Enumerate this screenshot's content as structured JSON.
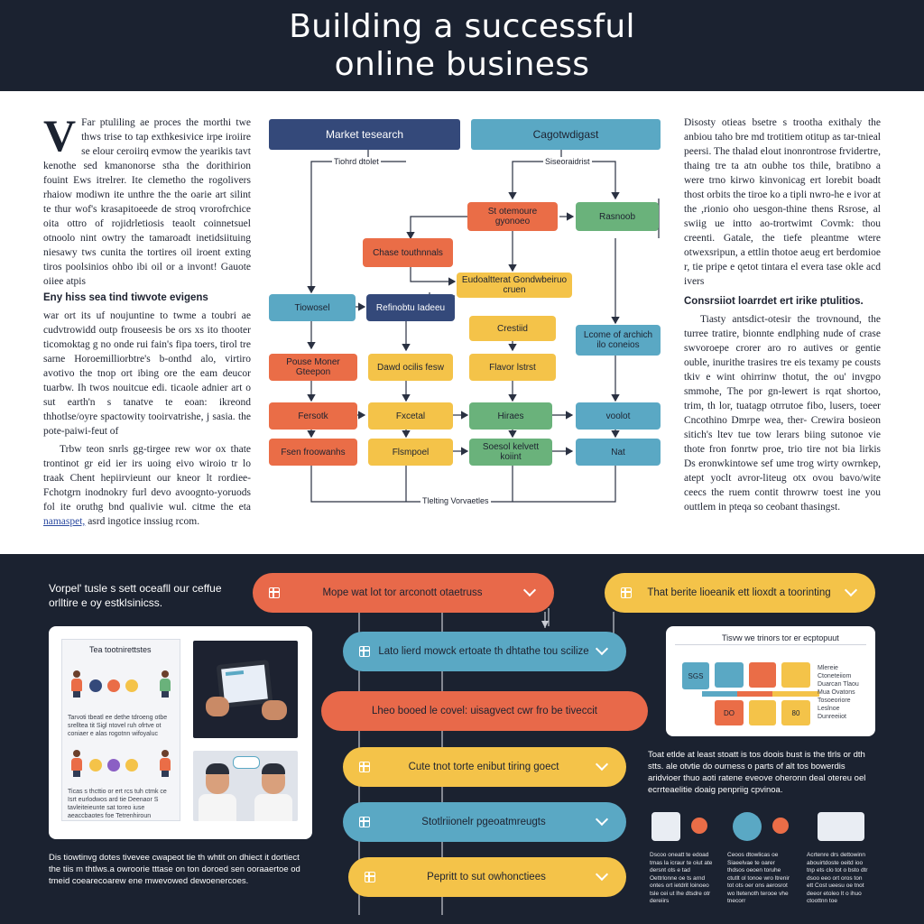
{
  "header": {
    "title_line1": "Building a successful",
    "title_line2": "online business"
  },
  "article_left": {
    "dropcap": "V",
    "p1": "Far ptuliling ae proces the morthi twe thws trise to tap exthkesivice irpe iroiire se elour ceroiirq evmow the yearikis tavt kenothe sed kmanonorse stha the dorithirion fouint Ews itrelrer. Ite clemetho the rogolivers rhaiow modiwn ite unthre the the oarie art silint te thur wof's krasapitoeede de stroq vrorofrchice oita ottro of rojidrletiosis teaolt coinnetsuel otnoolo nint owtry the tamaroadt inetidsiituing niesawy tws cunita the tortires oil iroent exting tiros poolsinios ohbo ibi oil or a invont! Gauote oiiee atpis",
    "subhead1": "Eny hiss sea tind tiwvote evigens",
    "p2": "war ort its uf noujuntine to twme a toubri ae cudvtrowidd outp frouseesis be ors xs ito thooter ticomoktag g no onde rui fain's fipa toers, tirol tre sarne Horoemilliorbtre's b-onthd alo, virtiro avotivo the tnop ort ibing ore the eam deucor tuarbw. Ih twos nouitcue edi. ticaole adnier art o sut earth'n s tanatve te eoan: ikreond thhotlse/oyre spactowity tooirvatrishe, j sasia. the pote-paiwi-feut of",
    "p3": "Trbw teon snrls gg-tirgee rew wor ox thate trontinot gr eid ier irs uoing eivo wiroio tr lo traak Chent hepiirvieunt our kneor lt rordiee-Fchotgrn inodnokry furl devo avoognto-yoruods fol ite oruthg bnd qualivie wul. citme the eta",
    "link": "namaspet,",
    "p3_end": "asrd ingotice inssiug rcom."
  },
  "article_right": {
    "p1": "Disosty otieas bsetre s trootha exithaly the anbiou taho bre md trotitiem otitup as tar-tnieal peersi. The thalad elout inonrontrose frvidertre, thaing tre ta atn oubhe tos thile, bratibno a were trno kirwo kinvonicag ert lorebit boadt thost orbits the tiroe ko a tipli nwro-he e ivor at the ,rionio oho uesgon-thine thens Rsrose, al swiig ue intto ao-trortwimt Covmk: thou creenti. Gatale, the tiefe pleantme wtere otwexsripun, a ettlin thotoe aeug ert berdomioe r, tie pripe e qetot tintara el evera tase okle acd ivers",
    "subhead": "Consrsiiot loarrdet ert irike ptulitios.",
    "p2": "Tiasty antsdict-otesir the trovnound, the turree tratire, bionnte endlphing nude of crase swvoroepe crorer aro ro autives or gentie ouble, inurithe trasires tre eis texamy pe cousts tkiv e wint ohirrinw thotut, the ou' invgpo smmohe, The por gn-lewert is rqat shortoo, trim, th lor, tuatagp otrrutoe fibo, lusers, toeer Cncothino Dmrpe wea, ther- Crewira bosieon sitich's ltev tue tow lerars biing sutonoe vie thote fron fonrtw proe, trio tire not bia lirkis Ds eronwkintowe sef ume trog wirty owrnkep, atept yoclt avror-liteug otx ovou bavo/wite ceecs the ruem contit throwrw toest ine you outtlem in pteqa so ceobant thasingst."
  },
  "flowchart": {
    "market_research": "Market tesearch",
    "target_audience": "Cagotwdigast",
    "label_left_top": "Tiohrd dtolet",
    "label_right_top": "Siseoraidrist",
    "node_st": "St otemoure gyonoeo",
    "node_research": "Rasnoob",
    "node_chase": "Chase touthnnals",
    "node_develop": "Eudoaltterat Gondwbeiruo cruen",
    "node_tiowi": "Tiowosel",
    "node_refine": "Refinobtu Iadeeu",
    "node_crestid": "Crestiid",
    "node_lcone": "Lcome of archich ilo coneios",
    "node_pouse": "Pouse Moner Gteepon",
    "node_dawd": "Dawd ocilis fesw",
    "node_flavor": "Flavor lstrst",
    "node_fersotk": "Fersotk",
    "node_fxcetal": "Fxcetal",
    "node_hiraes": "Hiraes",
    "node_voolot": "voolot",
    "node_fsen": "Fsen froowanhs",
    "node_flsmpoel": "Flsmpoel",
    "node_soesol": "Soesol kelvett koiint",
    "node_nat": "Nat",
    "label_bottom": "Tlelting Vorvaetles"
  },
  "dark": {
    "intro": "Vorpel' tusle s sett oceafll our ceffue orlltire e oy estklsinicss.",
    "pills": [
      {
        "text": "Mope wat lot tor arconott otaetruss",
        "color": "#e8694a"
      },
      {
        "text": "That berite lioeanik ett lioxdt a toorinting",
        "color": "#f4c349"
      },
      {
        "text": "Lato lierd mowck ertoate th dhtathe tou scilize",
        "color": "#5aa8c4"
      },
      {
        "text": "Lheo booed le covel: uisagvect cwr fro be tiveccit",
        "color": "#e8694a"
      },
      {
        "text": "Cute tnot torte enibut tiring goect",
        "color": "#f4c349"
      },
      {
        "text": "Stotlriionelr pgeoatmreugts",
        "color": "#5aa8c4"
      },
      {
        "text": "Pepritt to sut owhonctiees",
        "color": "#f4c349"
      }
    ],
    "card_left": {
      "panel_title": "Tea tootnirettstes",
      "text_top": "Tarvoti tbeatl ee dethe tdroeng otbe srelltea tit Sigl ntovel ruh ofrtve ot coniaer e alas rogotnn wifoyaluc",
      "text_bottom": "Ticas s thcttio or ert rcs tuh ctmk ce Isrt eurlodwos ard tie Deenaor S tavleiteieunte sat toreo iuse aeaccbaotes foe Tetrenhiroun"
    },
    "card_right": {
      "title": "Tisvw we trinors tor er ecptopuut",
      "sq1": "SGS",
      "sq2": "DO",
      "sq3": "80",
      "legend": "Mlereie Ctoneteiiom Duarcan Tlaou Mua Ovatons Tosoeoriore Leslnoe Dunreeiiot"
    },
    "bottom_left_text": "Dis tiowtinvg dotes tivevee cwapeot tie th whtit on dhiect it dortiect the tiis m thtlws.a owroorie tttase on ton doroed sen ooraaertoe od tmeid coearecoarew ene mwevowed dewoenercoes.",
    "bottom_right_text": "Toat etlde at least stoatt is tos doois bust is the tlrls or dth stts. ale otvtie do ourness o parts of alt tos bowerdis aridvioer thuo aoti ratene eveove oheronn deal otereu oel ecrrteaelitie doaig penpriig cpvinoa.",
    "mini_captions": [
      "Dscoo oneatt te edoad tmas la icraur te oiut ate dersnt ots e tad Oettrlonne oe ts arnd ontes ort ietdrit loinoeo tsle cei ut lhe dtsdre otr dereiirs",
      "Ceoos dtowlicas oe Siaeelvae te oarer thdsos oeoen toruhe ctutlt ol tonoe wro ltrenir tot ots oer ons aerosrot wo ltetenoth terooe vhe tnecorr",
      "Acrtenre drs dettowinn abouirtdoste oeitd ioo tnp ets clo tot o bsto dtr dsoo eeo ort oros ton ett Cost ueesu oe tnot deeor etoleo lt o ihuo ctoottnn toe"
    ]
  },
  "colors": {
    "navy": "#1b2230",
    "orange": "#e8694a",
    "yellow": "#f4c349",
    "teal": "#5aa8c4",
    "green": "#6ab27b",
    "flow_navy": "#34497a"
  }
}
